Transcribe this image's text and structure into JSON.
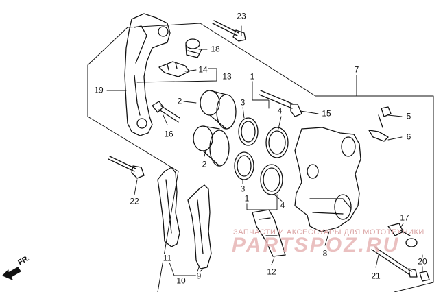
{
  "diagram": {
    "watermark": {
      "text": "ЗАПЧАСТИ И АКСЕССУАРЫ ДЛЯ МОТОТЕХНИКИ",
      "logo": "PARTSPOZ.RU"
    },
    "direction_label": "FR.",
    "callouts": {
      "c1_top": "1",
      "c1_bottom": "1",
      "c2_top": "2",
      "c2_bottom": "2",
      "c3_top": "3",
      "c3_bottom": "3",
      "c4_top": "4",
      "c4_bottom": "4",
      "c5": "5",
      "c6": "6",
      "c7": "7",
      "c8": "8",
      "c9": "9",
      "c10": "10",
      "c11": "11",
      "c12": "12",
      "c13": "13",
      "c14": "14",
      "c15": "15",
      "c16": "16",
      "c17": "17",
      "c18": "18",
      "c19": "19",
      "c20": "20",
      "c21": "21",
      "c22": "22",
      "c23": "23"
    }
  }
}
